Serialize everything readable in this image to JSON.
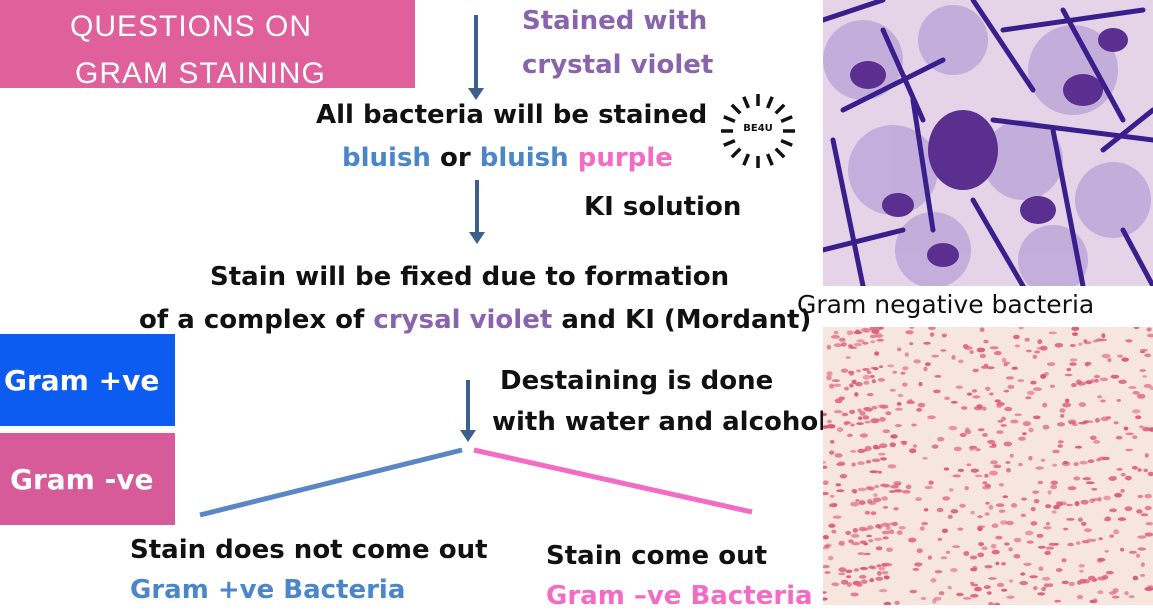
{
  "title": {
    "line1": "QUESTIONS ON",
    "line2": "GRAM STAINING"
  },
  "steps": {
    "step1_reagent": {
      "line1": "Stained with",
      "line2": "crystal violet"
    },
    "result1": {
      "line1": "All bacteria will be stained",
      "line2_part1": "bluish",
      "line2_part2": " or ",
      "line2_part3": "bluish",
      "line2_part4": " purple"
    },
    "step2_reagent": "KI solution",
    "result2": {
      "line1": "Stain will be fixed due to formation",
      "line2_part1": "of a complex of ",
      "line2_part2": "crysal violet",
      "line2_part3": " and KI (Mordant)"
    },
    "step3_reagent": {
      "line1": "Destaining is done",
      "line2": "with water and alcohol"
    },
    "outcome_left": {
      "line1": "Stain does not come out",
      "line2": "Gram +ve Bacteria"
    },
    "outcome_right": {
      "line1": "Stain come out",
      "line2": "Gram –ve Bacteria"
    }
  },
  "logo": {
    "text": "BE4U"
  },
  "legend": {
    "positive": "Gram +ve",
    "negative": "Gram -ve"
  },
  "image_caption": "Gram negative bacteria",
  "colors": {
    "title_bg": "#e0609c",
    "positive_bg": "#0d5cf2",
    "negative_bg": "#d85b99",
    "arrow": "#3d5f8f",
    "branch_left": "#5a86c4",
    "branch_right": "#f46bc4",
    "purple_text": "#8a63ad",
    "blue_text": "#4a86c8",
    "pink_text": "#f46bc4"
  }
}
